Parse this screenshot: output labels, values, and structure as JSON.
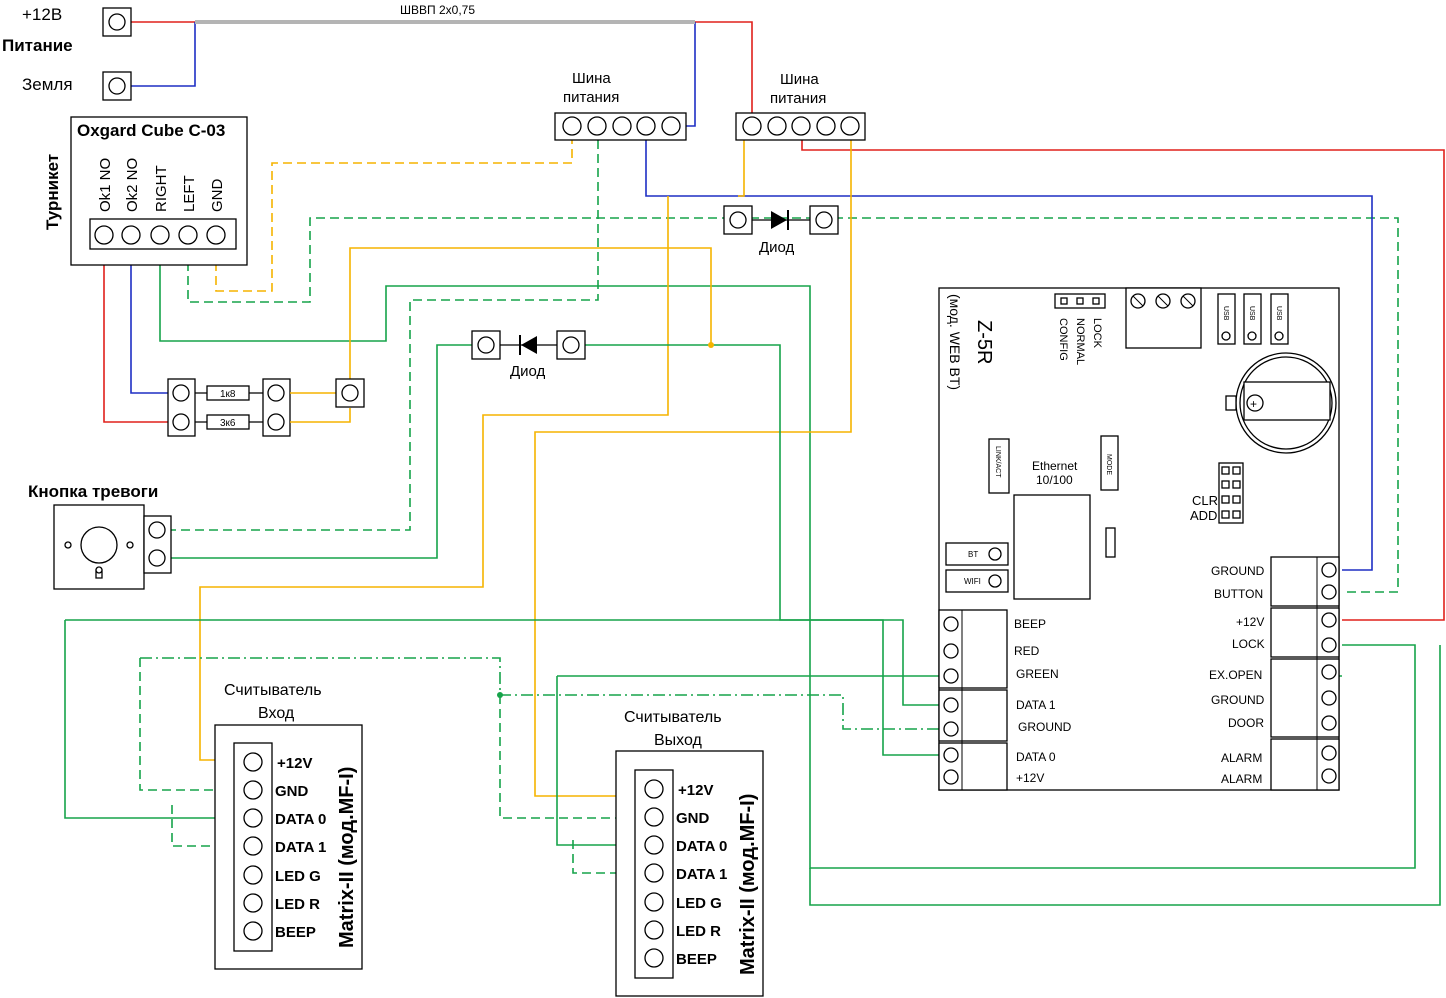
{
  "power": {
    "plus12": "+12В",
    "label": "Питание",
    "ground": "Земля",
    "cable": "ШВВП 2х0,75"
  },
  "turnstile": {
    "side_label": "Турникет",
    "title": "Oxgard Cube C-03",
    "pins": [
      "Ok1 NO",
      "Ok2 NO",
      "RIGHT",
      "LEFT",
      "GND"
    ]
  },
  "bus_left": {
    "label1": "Шина",
    "label2": "питания"
  },
  "bus_right": {
    "label1": "Шина",
    "label2": "питания"
  },
  "diode_top": "Диод",
  "diode_mid": "Диод",
  "resistors": [
    "1к8",
    "3к6"
  ],
  "alarm_button": "Кнопка тревоги",
  "reader_in": {
    "title1": "Считыватель",
    "title2": "Вход",
    "side": "Matrix-II (мод.MF-I)",
    "pins": [
      "+12V",
      "GND",
      "DATA 0",
      "DATA 1",
      "LED G",
      "LED R",
      "BEEP"
    ]
  },
  "reader_out": {
    "title1": "Считыватель",
    "title2": "Выход",
    "side": "Matrix-II (мод.MF-I)",
    "pins": [
      "+12V",
      "GND",
      "DATA 0",
      "DATA 1",
      "LED G",
      "LED R",
      "BEEP"
    ]
  },
  "controller": {
    "title": "Z-5R",
    "subtitle": "(мод. WEB BT)",
    "jumpers": [
      "LOCK",
      "NORMAL",
      "CONFIG"
    ],
    "usb": [
      "USB",
      "USB",
      "USB"
    ],
    "link": "LINK/ACT",
    "mode": "MODE",
    "ethernet1": "Ethernet",
    "ethernet2": "10/100",
    "clr": "CLR",
    "add": "ADD",
    "bt": "BT",
    "wifi": "WIFI",
    "left_terms": [
      "BEEP",
      "RED",
      "GREEN",
      "DATA 1",
      "GROUND",
      "DATA 0",
      "+12V"
    ],
    "right_terms": [
      "GROUND",
      "BUTTON",
      "+12V",
      "LOCK",
      "EX.OPEN",
      "GROUND",
      "DOOR",
      "ALARM",
      "ALARM"
    ]
  },
  "colors": {
    "red": "#e0201b",
    "blue": "#1e2fc4",
    "yellow": "#f5b400",
    "green": "#16a34a",
    "cable": "#b4b4b4"
  }
}
